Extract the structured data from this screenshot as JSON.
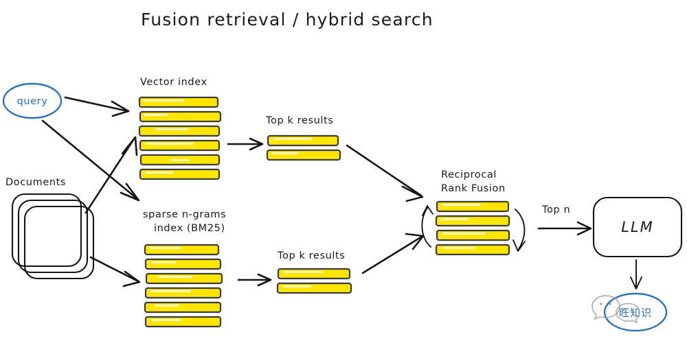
{
  "diagram": {
    "title": "Fusion retrieval / hybrid search",
    "type": "flow-diagram",
    "nodes": {
      "query": {
        "label": "query",
        "shape": "ellipse",
        "color": "#2c72bf"
      },
      "documents": {
        "label": "Documents",
        "shape": "document-stack",
        "count": 3,
        "color": "#141414"
      },
      "vector_index": {
        "label": "Vector index",
        "bars": 6,
        "bar_color": "#ffe600"
      },
      "sparse_index": {
        "label_line1": "sparse n-grams",
        "label_line2": "index (BM25)",
        "bars": 6,
        "bar_color": "#ffe600"
      },
      "topk_vector": {
        "label": "Top k results",
        "bars": 2,
        "bar_color": "#ffe600"
      },
      "topk_sparse": {
        "label": "Top k results",
        "bars": 2,
        "bar_color": "#ffe600"
      },
      "rrf": {
        "label_line1": "Reciprocal",
        "label_line2": "Rank Fusion",
        "bars": 4,
        "bar_color": "#ffe600"
      },
      "llm": {
        "label": "LLM",
        "shape": "rounded-rect"
      },
      "answer": {
        "label": "旺知识",
        "shape": "ellipse",
        "color": "#2c72bf"
      }
    },
    "edges": [
      {
        "from": "query",
        "to": "vector_index",
        "label": ""
      },
      {
        "from": "query",
        "to": "sparse_index",
        "label": ""
      },
      {
        "from": "documents",
        "to": "vector_index",
        "label": ""
      },
      {
        "from": "documents",
        "to": "sparse_index",
        "label": ""
      },
      {
        "from": "vector_index",
        "to": "topk_vector",
        "label": ""
      },
      {
        "from": "sparse_index",
        "to": "topk_sparse",
        "label": ""
      },
      {
        "from": "topk_vector",
        "to": "rrf",
        "label": ""
      },
      {
        "from": "topk_sparse",
        "to": "rrf",
        "label": ""
      },
      {
        "from": "rrf",
        "to": "llm",
        "label": "Top n"
      },
      {
        "from": "llm",
        "to": "answer",
        "label": ""
      }
    ],
    "edge_labels": {
      "top_n": "Top n"
    },
    "watermark": {
      "text": "旺知识",
      "icon": "wechat-icon"
    }
  }
}
